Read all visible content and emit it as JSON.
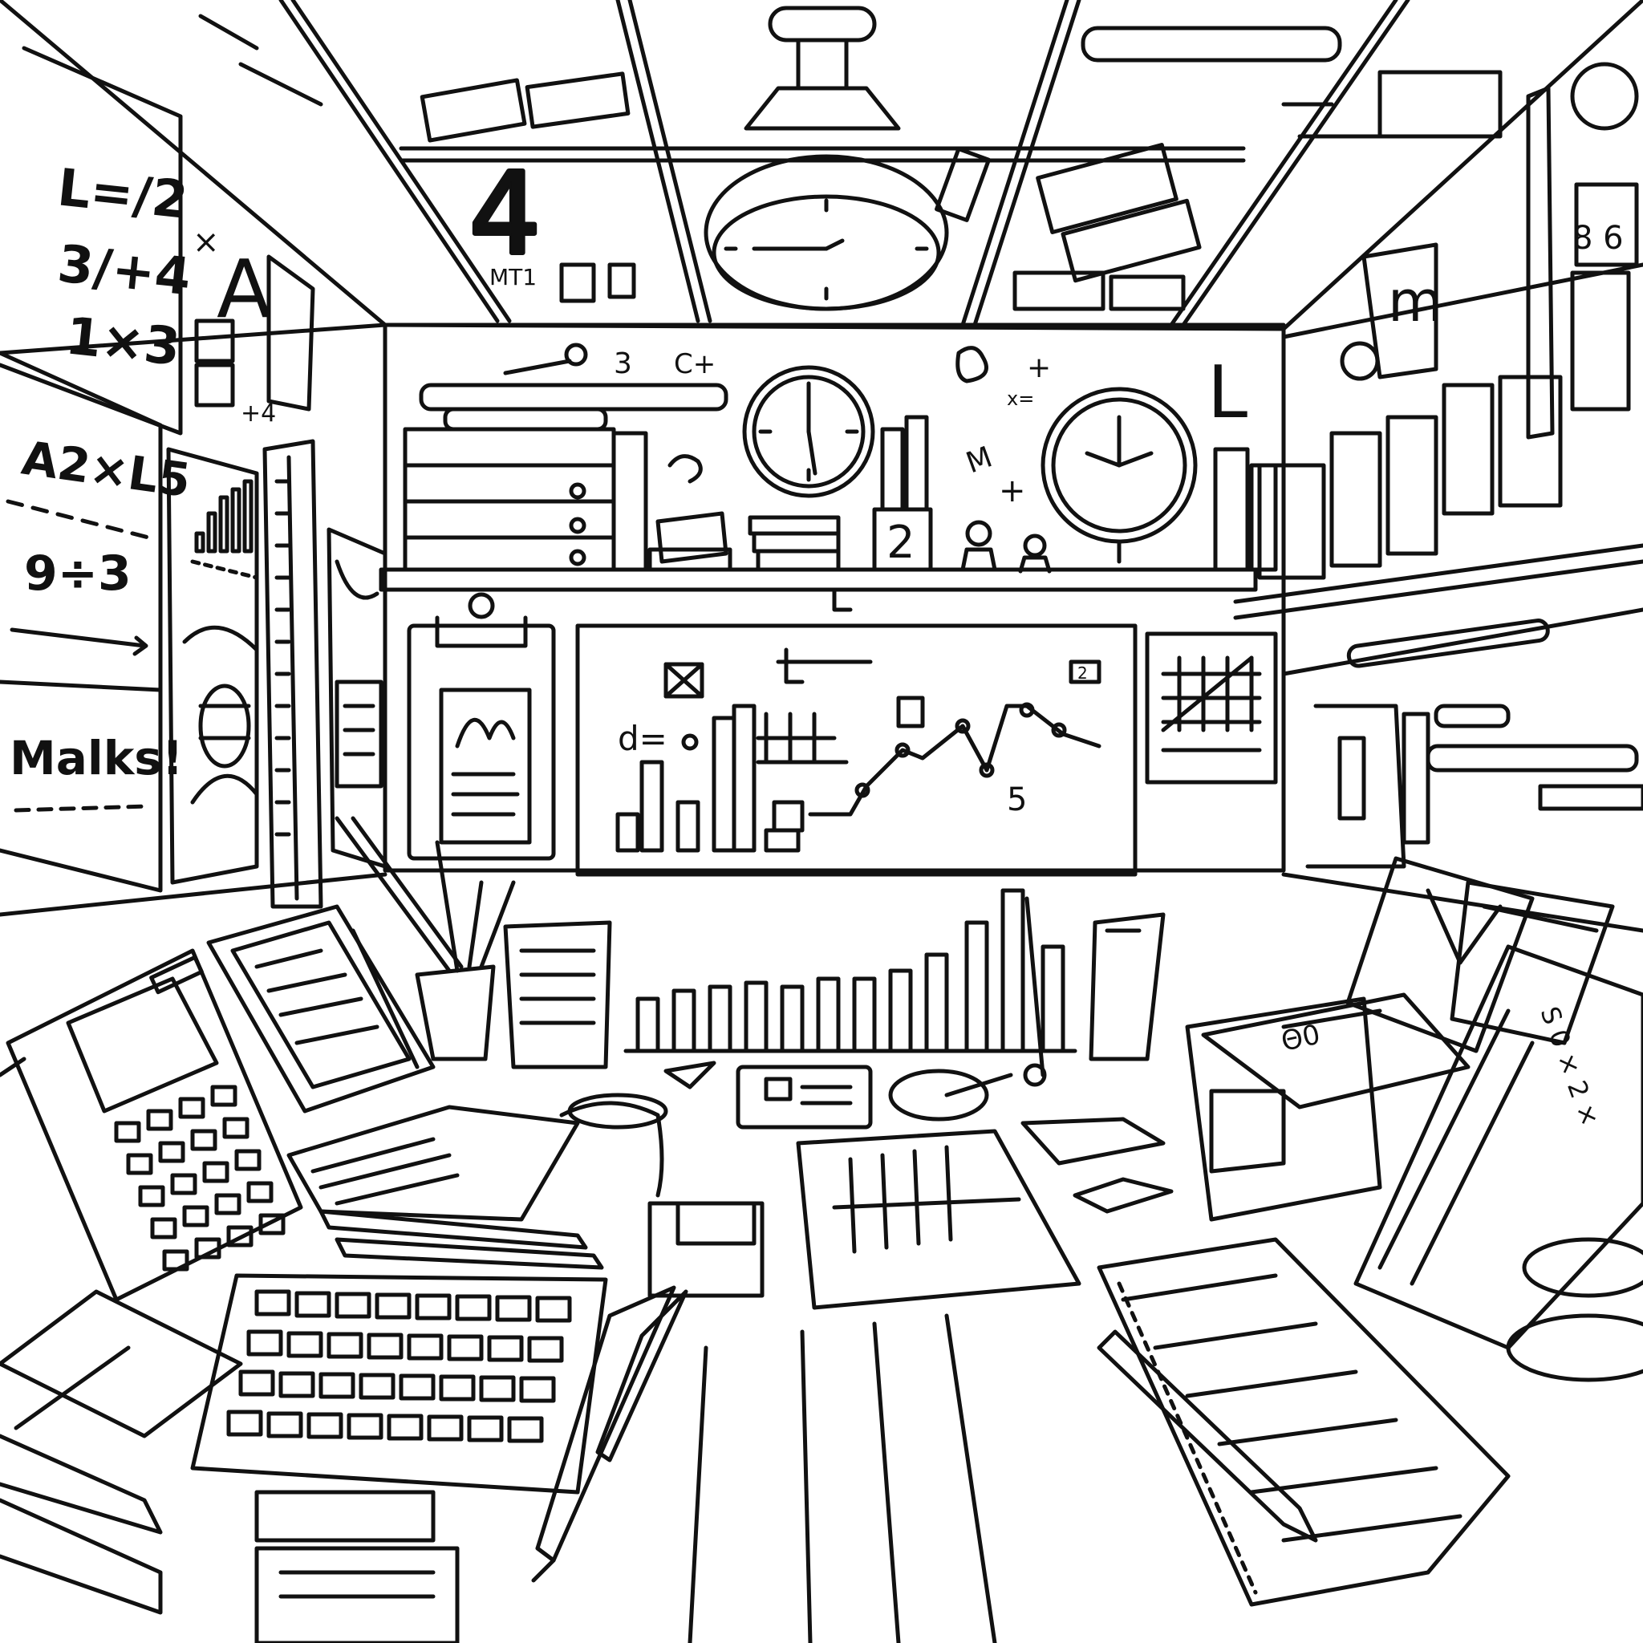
{
  "colors": {
    "ink": "#111111",
    "paper": "#ffffff"
  },
  "left_wall": {
    "board1": {
      "line1": "L=/2",
      "line2": "3/+4",
      "line3": "1×3",
      "mark": "×",
      "letter": "A"
    },
    "board2": {
      "line1": "A2×L5",
      "line2": "9÷3",
      "word": "Malks!"
    },
    "small_note": "+4"
  },
  "ceiling": {
    "letter": "4",
    "label": "MT1"
  },
  "back_wall": {
    "symbols": [
      "3",
      "C+",
      "+",
      "x=",
      "+",
      "M"
    ],
    "big_letter": "L",
    "shelf_box_digit": "2",
    "whiteboard": {
      "label": "d=",
      "digit": "5",
      "corner_digit": "2"
    }
  },
  "right_wall": {
    "box_digits": "8 6",
    "letter": "m"
  },
  "desk": {
    "tablet_text": "Θ0",
    "ruler_text": "S 0 × 2 ×"
  },
  "icons": [
    "wall-clock-icon",
    "ceiling-clock-icon",
    "globe-clock-icon",
    "calculator-icon",
    "keyboard-icon",
    "pencil-icon",
    "ruler-icon",
    "book-icon",
    "bar-chart-icon",
    "line-chart-icon"
  ]
}
